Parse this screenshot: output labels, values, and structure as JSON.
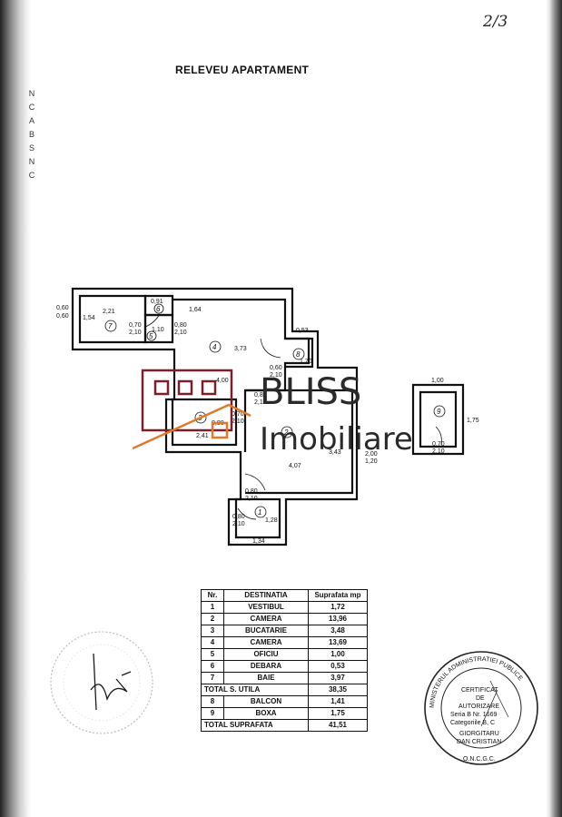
{
  "page_number": "2/3",
  "title": "RELEVEU APARTAMENT",
  "margin_letters": [
    "N",
    "C",
    "A",
    "B",
    "S",
    "N",
    "C"
  ],
  "plan": {
    "dimensions": {
      "r7_h": "0,60",
      "r7_h2": "0,60",
      "r7_w": "2,21",
      "r7_side": "1,54",
      "r6_top": "0,91",
      "r6_in": "1,10",
      "door_a": "0,70",
      "door_a2": "2,10",
      "door_b": "0,80",
      "door_b2": "2,10",
      "r4_top": "1,64",
      "r4_side": "3,73",
      "r4_bottom": "4,00",
      "r8_top": "0,53",
      "r8_side": "1,70",
      "door_c": "0,60",
      "door_c2": "2,10",
      "door_d": "0,80",
      "door_d2": "2,10",
      "door_e": "0,70",
      "door_e2": "2,10",
      "r3_bottom": "2,41",
      "r3_door": "0,80",
      "r2_side": "3,43",
      "r2_bottom": "4,07",
      "win_a": "2,00",
      "win_b": "1,20",
      "door_f": "0,80",
      "door_f2": "2,10",
      "door_g": "0,80",
      "door_g2": "2,10",
      "r1_side": "1,28",
      "r1_bottom": "1,34",
      "r9_top": "1,00",
      "r9_side": "1,75",
      "door_h": "0,70",
      "door_h2": "2,10"
    },
    "room_numbers": [
      "1",
      "2",
      "3",
      "4",
      "5",
      "6",
      "7",
      "8",
      "9"
    ]
  },
  "watermark": {
    "brand_top": "BLISS",
    "brand_bottom": "Imobiliare"
  },
  "table": {
    "headers": {
      "nr": "Nr.",
      "dest": "DESTINATIA",
      "area": "Suprafata mp"
    },
    "rows": [
      {
        "nr": "1",
        "dest": "VESTIBUL",
        "area": "1,72"
      },
      {
        "nr": "2",
        "dest": "CAMERA",
        "area": "13,96"
      },
      {
        "nr": "3",
        "dest": "BUCATARIE",
        "area": "3,48"
      },
      {
        "nr": "4",
        "dest": "CAMERA",
        "area": "13,69"
      },
      {
        "nr": "5",
        "dest": "OFICIU",
        "area": "1,00"
      },
      {
        "nr": "6",
        "dest": "DEBARA",
        "area": "0,53"
      },
      {
        "nr": "7",
        "dest": "BAIE",
        "area": "3,97"
      }
    ],
    "total_useful": {
      "label": "TOTAL S. UTILA",
      "area": "38,35"
    },
    "extra_rows": [
      {
        "nr": "8",
        "dest": "BALCON",
        "area": "1,41"
      },
      {
        "nr": "9",
        "dest": "BOXA",
        "area": "1,75"
      }
    ],
    "total": {
      "label": "TOTAL SUPRAFATA",
      "area": "41,51"
    }
  },
  "stamp": {
    "ring_text": "MINISTERUL ADMINISTRATIEI PUBLICE",
    "line1": "CERTIFICAT",
    "line2": "DE",
    "line3": "AUTORIZARE",
    "line4": "Seria B Nr. 1669",
    "line5": "Categoriile B, C",
    "line6": "GIORGITARU",
    "line7": "DAN CRISTIAN",
    "bottom": "O.N.C.G.C."
  },
  "colors": {
    "ink": "#111111",
    "watermark_accent": "#7a1f2b",
    "watermark_orange": "#e07a2a"
  }
}
